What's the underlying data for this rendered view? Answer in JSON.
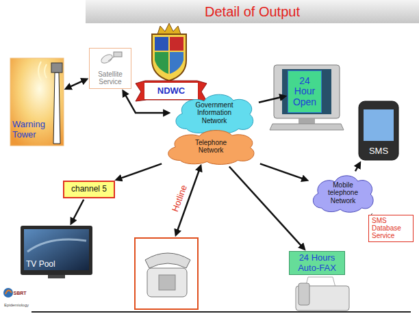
{
  "diagram": {
    "title": "Detail of Output",
    "nodes": [
      {
        "text": [
          "NDWC"
        ]
      },
      {
        "text": [
          "Satellite Service"
        ]
      },
      {
        "text": [
          "Warning Tower"
        ]
      },
      {
        "text": [
          "Government Information Network"
        ]
      },
      {
        "text": [
          "24 Hour Open"
        ]
      },
      {
        "text": [
          "Telephone Network"
        ]
      },
      {
        "text": [
          "SMS"
        ]
      },
      {
        "text": [
          "channel 5"
        ]
      },
      {
        "text": [
          "Mobile telephone Network"
        ]
      },
      {
        "text": [
          "SMS Database Service"
        ]
      },
      {
        "text": [
          "TV Pool"
        ]
      },
      {
        "text": [
          "24 Hours Auto-FAX"
        ]
      }
    ],
    "edges": [
      {
        "from": 2,
        "to": 1,
        "arrow": "both"
      },
      {
        "from": 1,
        "to": 3,
        "arrow": "both"
      },
      {
        "from": 3,
        "to": 4,
        "arrow": "to"
      },
      {
        "from": 5,
        "to": 7,
        "arrow": "to"
      },
      {
        "from": 7,
        "to": 10,
        "arrow": "to"
      },
      {
        "from": 5,
        "to": 8,
        "arrow": "to"
      },
      {
        "from": 8,
        "to": 6,
        "arrow": "to"
      },
      {
        "from": 8,
        "to": 9,
        "arrow": "none"
      },
      {
        "from": 5,
        "to": 11,
        "arrow": "to"
      }
    ],
    "labels": [
      "Hotline",
      "SBRT",
      "Epidemiology"
    ]
  }
}
